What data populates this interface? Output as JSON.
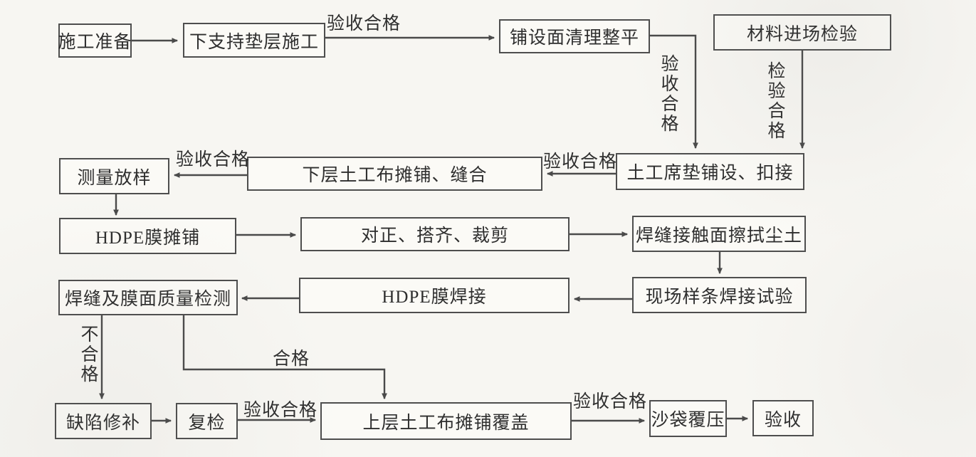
{
  "diagram": {
    "type": "flowchart",
    "language": "zh-CN",
    "subject": "HDPE膜 / 土工布铺设施工工艺流程"
  },
  "colors": {
    "background": "#f7f6f2",
    "node_background": "#fbfaf6",
    "line": "#4a4a4a",
    "text": "#2e2e2e"
  },
  "nodes": {
    "prep": {
      "label": "施工准备"
    },
    "lower_support": {
      "label": "下支持垫层施工"
    },
    "surface_clean": {
      "label": "铺设面清理整平"
    },
    "material_inspect": {
      "label": "材料进场检验"
    },
    "mat_laying": {
      "label": "土工席垫铺设、扣接"
    },
    "lower_geotextile": {
      "label": "下层土工布摊铺、缝合"
    },
    "survey": {
      "label": "测量放样"
    },
    "hdpe_laying": {
      "label": "HDPE膜摊铺"
    },
    "align_cut": {
      "label": "对正、搭齐、裁剪"
    },
    "wipe_dust": {
      "label": "焊缝接触面擦拭尘土"
    },
    "field_test": {
      "label": "现场样条焊接试验"
    },
    "hdpe_weld": {
      "label": "HDPE膜焊接"
    },
    "quality_check": {
      "label": "焊缝及膜面质量检测"
    },
    "defect_repair": {
      "label": "缺陷修补"
    },
    "recheck": {
      "label": "复检"
    },
    "upper_geotextile": {
      "label": "上层土工布摊铺覆盖"
    },
    "sandbag": {
      "label": "沙袋覆压"
    },
    "accept": {
      "label": "验收"
    }
  },
  "edge_labels": {
    "top_pass": "验收合格",
    "vertical_pass": "验收合格",
    "vertical_inspect_pass": "检验合格",
    "row2_right_pass": "验收合格",
    "row2_left_pass": "验收合格",
    "fail": "不合格",
    "mid_pass": "合格",
    "bottom_left_pass": "验收合格",
    "bottom_right_pass": "验收合格"
  }
}
